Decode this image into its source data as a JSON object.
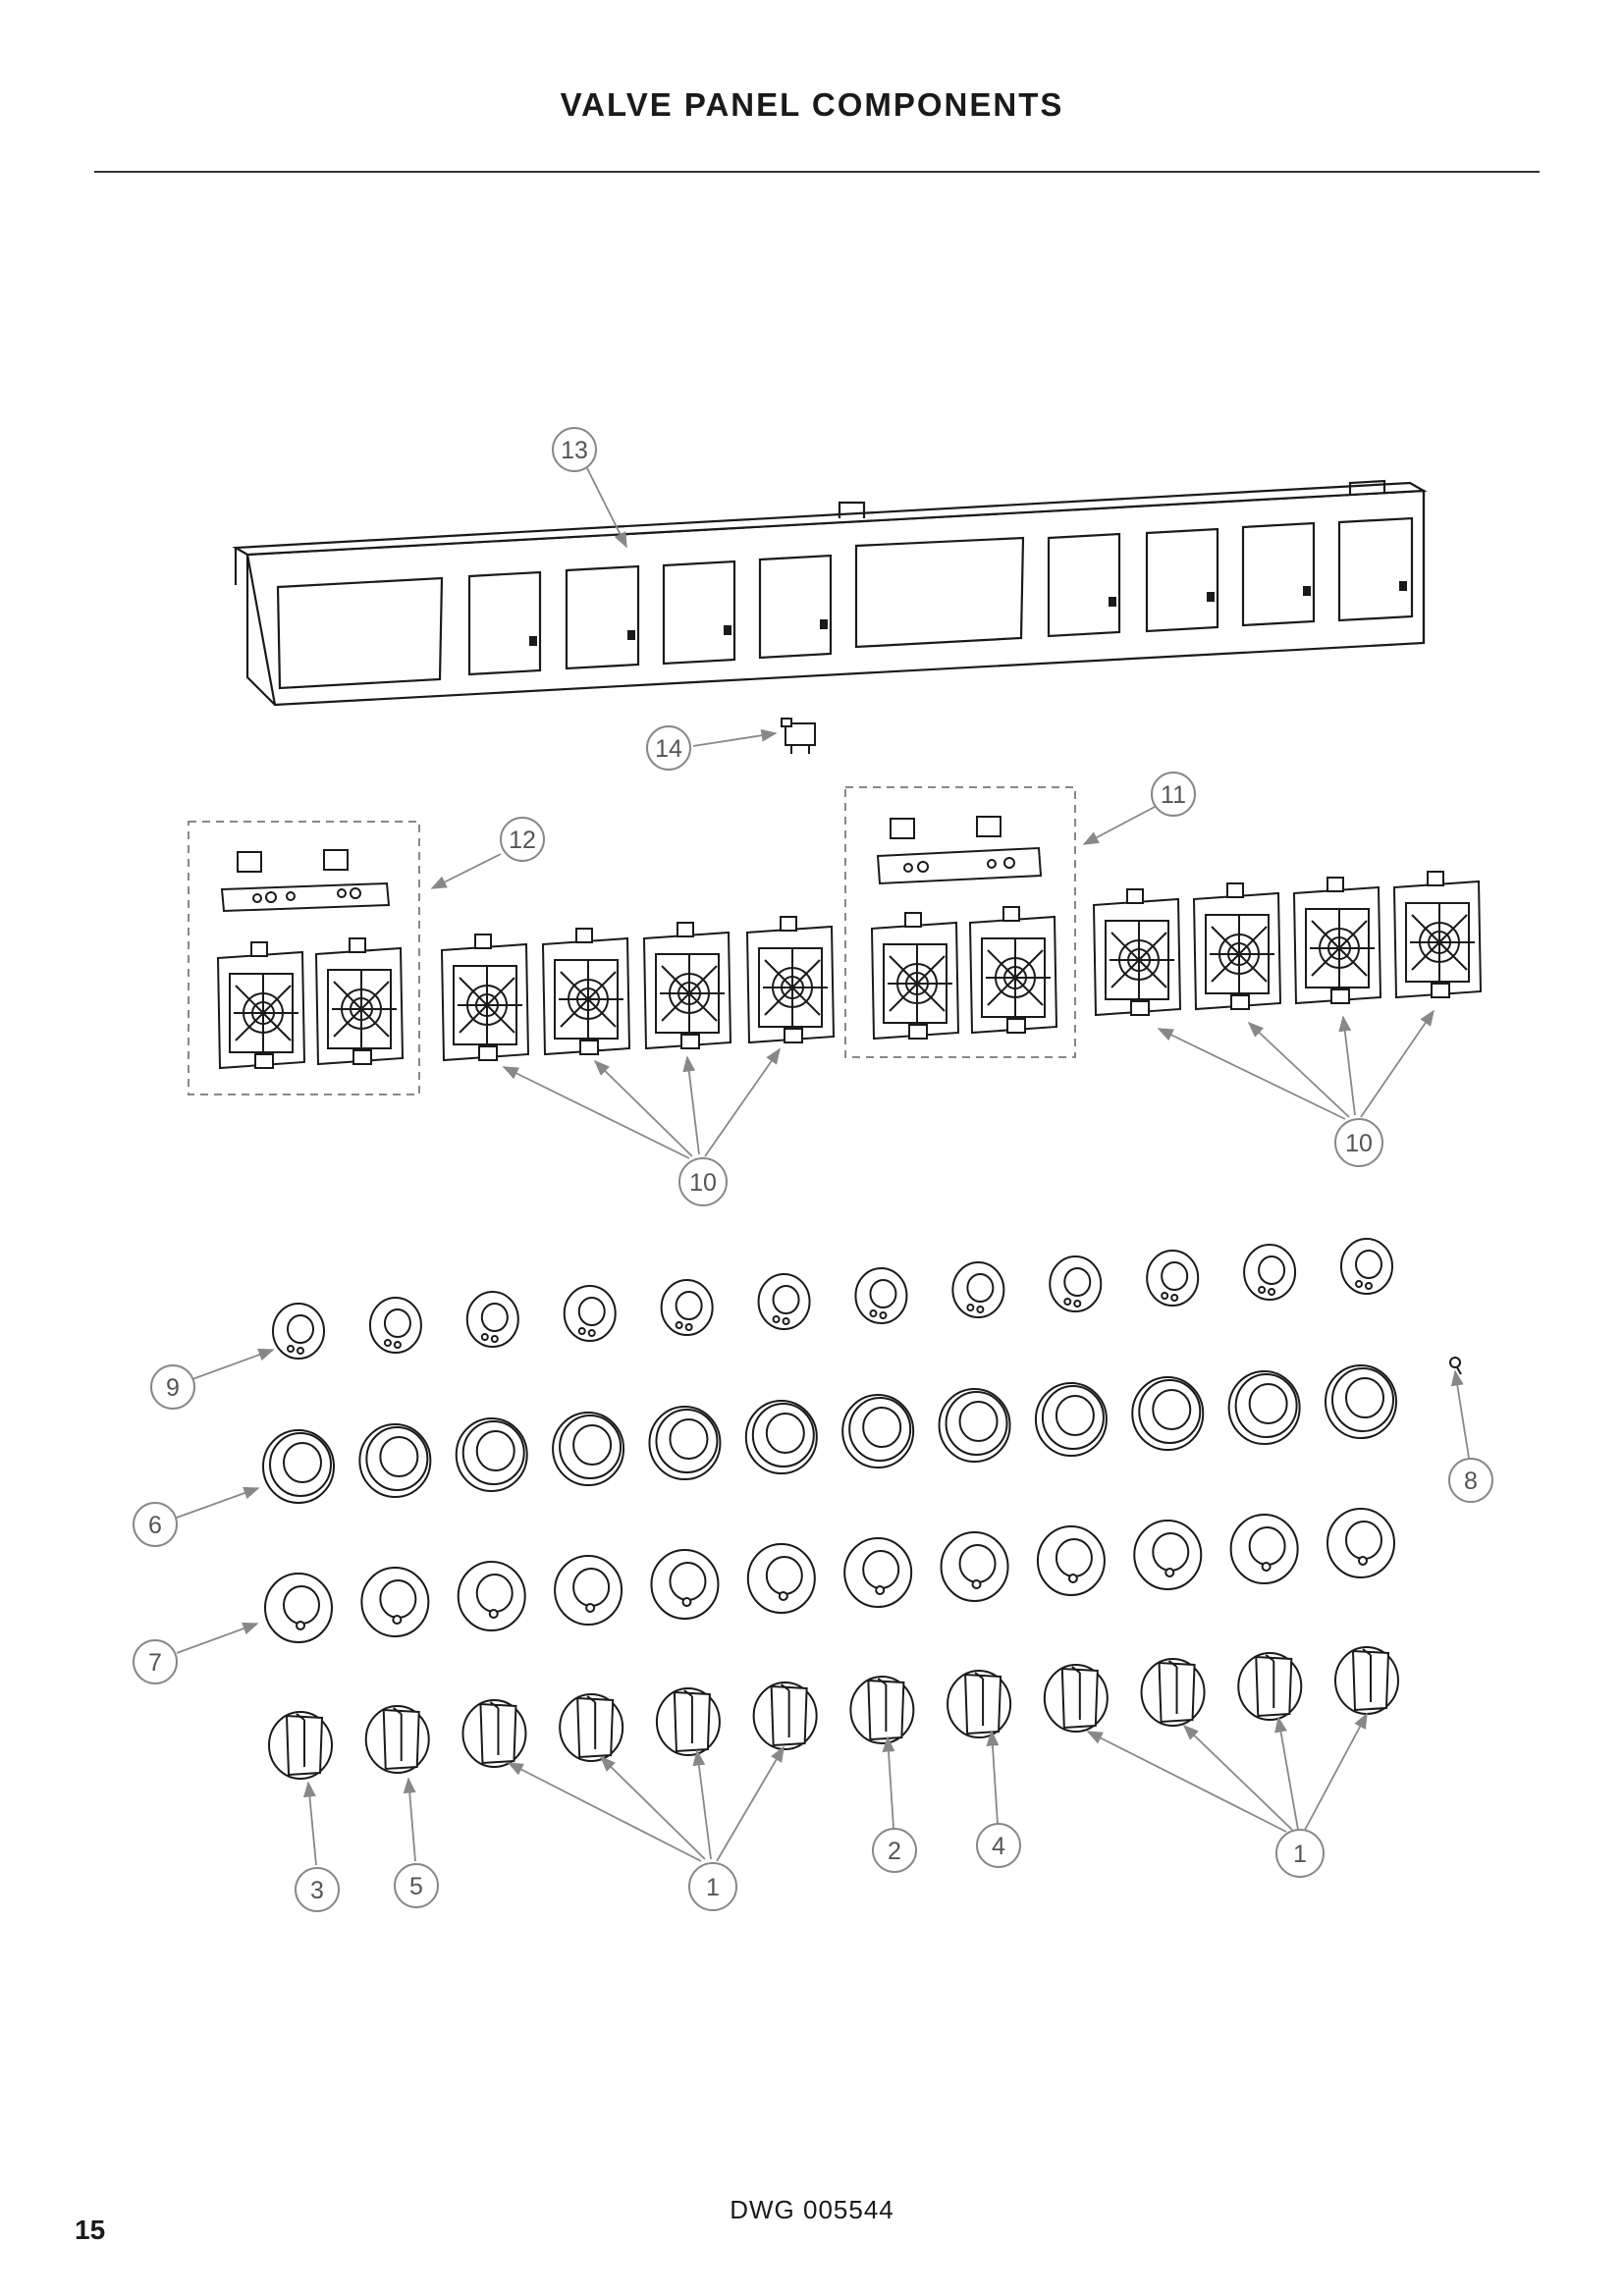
{
  "header": {
    "title": "VALVE PANEL COMPONENTS"
  },
  "footer": {
    "drawing_number": "DWG 005544",
    "page_number": "15"
  },
  "callouts": {
    "c13": "13",
    "c14": "14",
    "c12": "12",
    "c11": "11",
    "c10a": "10",
    "c10b": "10",
    "c9": "9",
    "c6": "6",
    "c7": "7",
    "c8": "8",
    "c3": "3",
    "c5": "5",
    "c1a": "1",
    "c2": "2",
    "c4": "4",
    "c1b": "1"
  },
  "parts": {
    "escutcheon_count": 12,
    "bezel_count": 12,
    "knob_collar_count": 12,
    "knob_count": 12,
    "valve_plate_count": 12
  },
  "colors": {
    "line": "#1a1a1a",
    "leader": "#888888",
    "callout": "#666666"
  }
}
